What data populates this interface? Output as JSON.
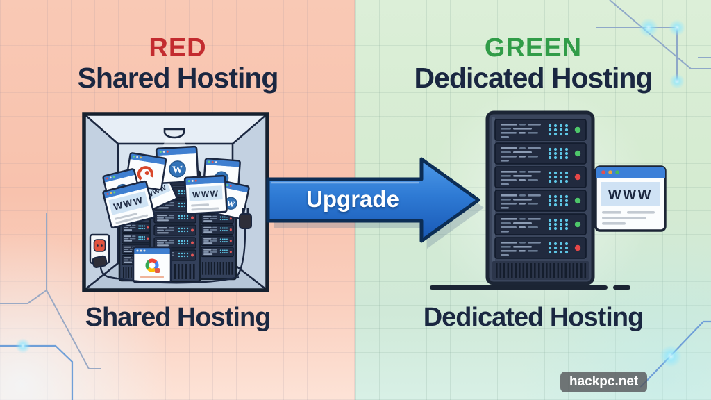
{
  "palette": {
    "left_bg": "#f8c3ae",
    "right_bg": "#d7ecd4",
    "red_title": "#c32b2f",
    "green_title": "#319c48",
    "heading": "#1a2741",
    "arrow_fill": "#2e7ad4",
    "arrow_border": "#0c2d55",
    "arrow_label": "#ffffff",
    "led_green": "#4ec76a",
    "led_red": "#e64747",
    "dot_cyan": "#5ec7e6",
    "circuit_line": "#8fa8c8",
    "circuit_blue": "#6f9fd8",
    "glow_cyan": "#aee9fb",
    "watermark_bg": "rgba(82,82,86,0.78)",
    "watermark_text": "#ffffff"
  },
  "left_panel": {
    "color_word": "RED",
    "title": "Shared Hosting",
    "caption": "Shared Hosting"
  },
  "right_panel": {
    "color_word": "GREEN",
    "title": "Dedicated Hosting",
    "caption": "Dedicated Hosting"
  },
  "arrow": {
    "label": "Upgrade"
  },
  "watermark": {
    "text": "hackpc.net"
  },
  "shared_illustration": {
    "www_label": "WWW",
    "wp_letter": "W",
    "elements": [
      "crowded server box",
      "ceiling lamp",
      "three server towers",
      "wordpress browser windows",
      "www browser windows",
      "red cms logo window",
      "chrome browser window",
      "power outlet",
      "power plugs"
    ]
  },
  "dedicated_illustration": {
    "browser_label": "WWW",
    "rack_leds": [
      "#4ec76a",
      "#4ec76a",
      "#e64747",
      "#4ec76a",
      "#4ec76a",
      "#e64747"
    ],
    "elements": [
      "dedicated server rack",
      "www browser window"
    ]
  }
}
